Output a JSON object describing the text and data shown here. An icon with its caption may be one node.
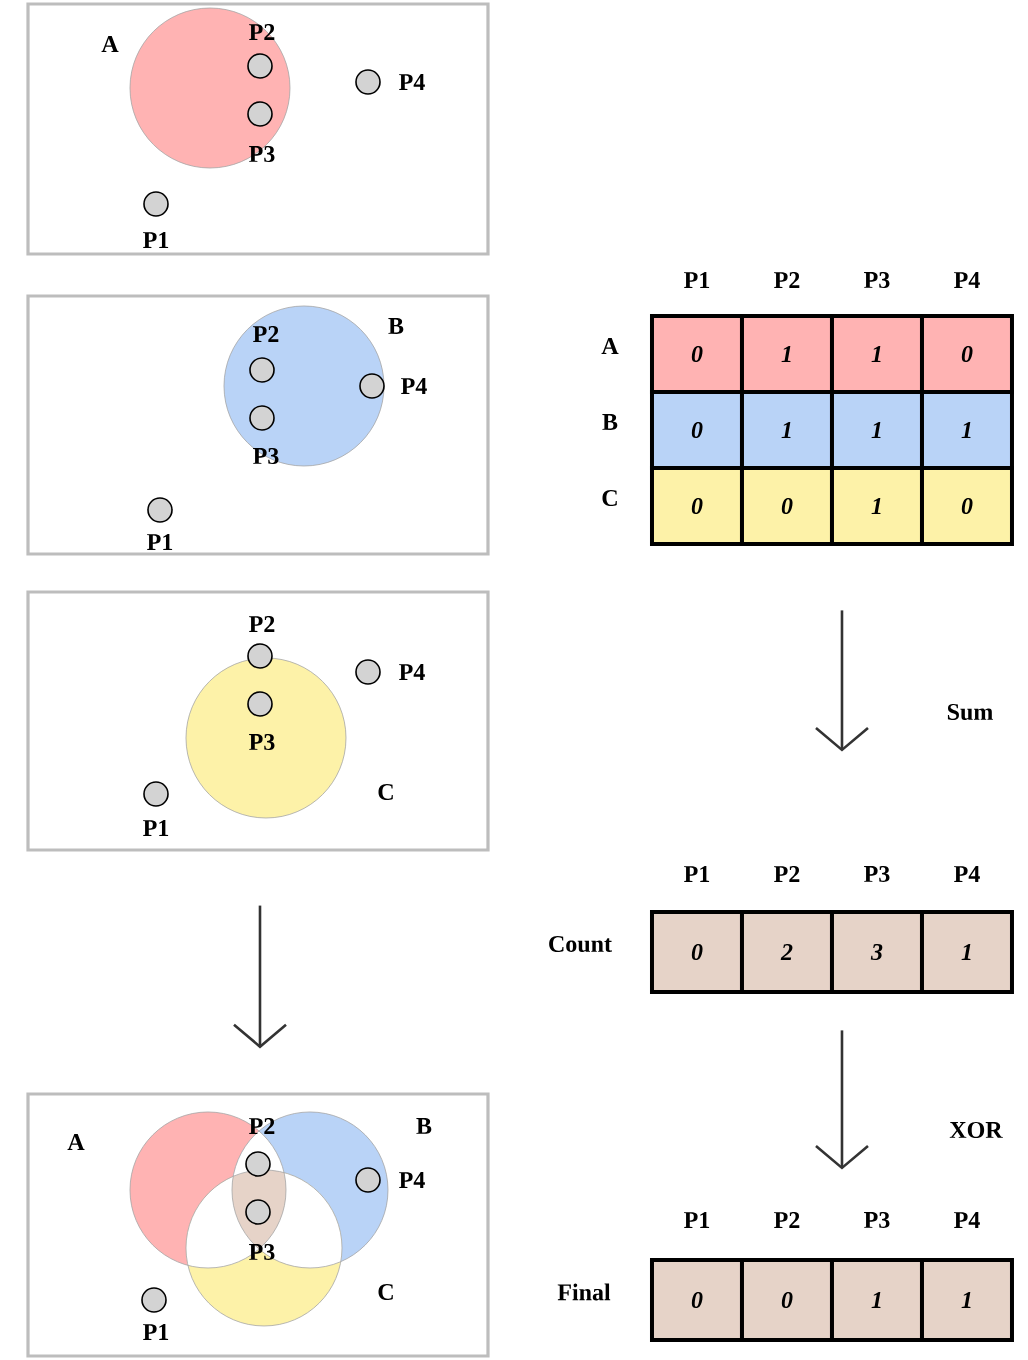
{
  "diagram": {
    "nodes": [
      {
        "text": [
          "A",
          "P2",
          "P3",
          "P4",
          "P1"
        ]
      },
      {
        "text": [
          "P2",
          "B",
          "P4",
          "P3",
          "P1"
        ]
      },
      {
        "text": [
          "P2",
          "P4",
          "P3",
          "C",
          "P1"
        ]
      },
      {
        "text": [
          "P1",
          "P2",
          "P3",
          "P4",
          "A",
          "0",
          "1",
          "1",
          "0",
          "B",
          "0",
          "1",
          "1",
          "1",
          "C",
          "0",
          "0",
          "1",
          "0"
        ]
      },
      {
        "text": [
          "P1",
          "P2",
          "P3",
          "P4",
          "Count",
          "0",
          "2",
          "3",
          "1"
        ]
      },
      {
        "text": [
          "A",
          "P2",
          "B",
          "P4",
          "P3",
          "C",
          "P1"
        ]
      },
      {
        "text": [
          "P1",
          "P2",
          "P3",
          "P4",
          "Final",
          "0",
          "0",
          "1",
          "1"
        ]
      }
    ],
    "edges": [
      {
        "from": 3,
        "to": 4,
        "arrow": "to",
        "label": "Sum"
      },
      {
        "from": 2,
        "to": 5,
        "arrow": "to"
      },
      {
        "from": 4,
        "to": 6,
        "arrow": "to",
        "label": "XOR"
      }
    ]
  }
}
